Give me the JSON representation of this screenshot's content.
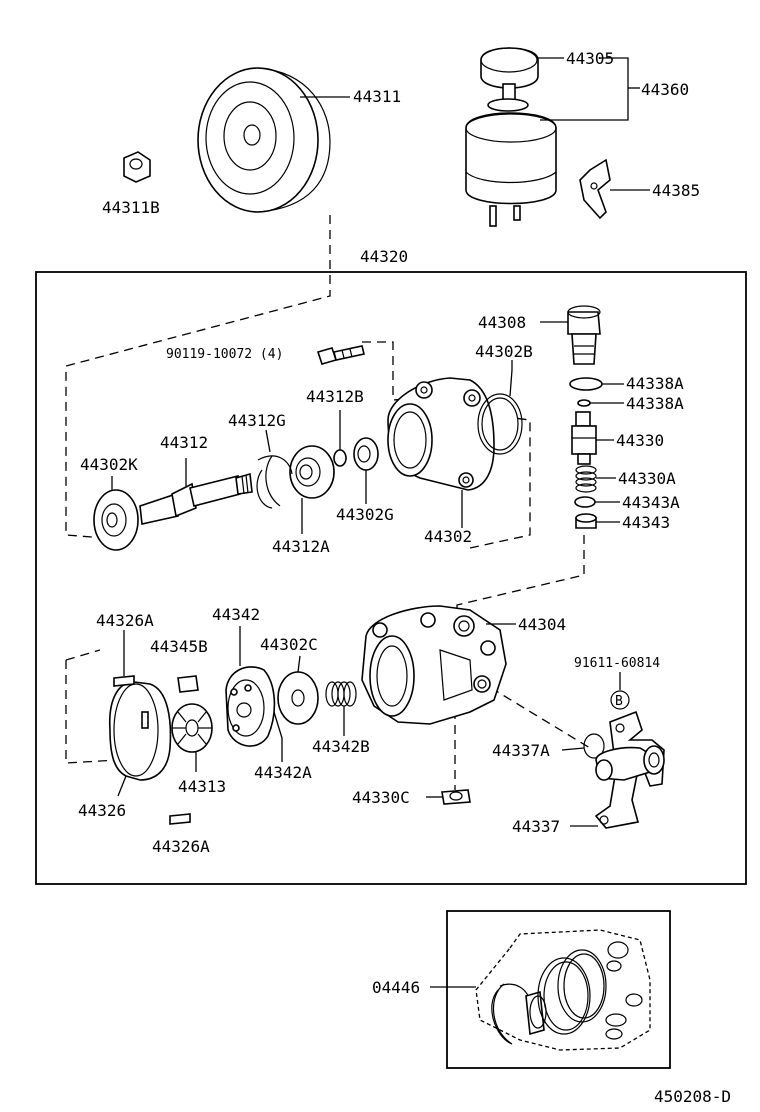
{
  "diagram": {
    "part_numbers": {
      "p44305": "44305",
      "p44360": "44360",
      "p44311": "44311",
      "p44311B": "44311B",
      "p44385": "44385",
      "p44320": "44320",
      "p44308": "44308",
      "p90119": "90119-10072 (4)",
      "p44302B": "44302B",
      "p44338A_1": "44338A",
      "p44338A_2": "44338A",
      "p44312B": "44312B",
      "p44312G": "44312G",
      "p44312": "44312",
      "p44302K": "44302K",
      "p44330": "44330",
      "p44330A": "44330A",
      "p44343A": "44343A",
      "p44343": "44343",
      "p44302G": "44302G",
      "p44312A": "44312A",
      "p44302": "44302",
      "p44304": "44304",
      "p44326A_top": "44326A",
      "p44342": "44342",
      "p44345B": "44345B",
      "p44302C": "44302C",
      "p91611": "91611-60814",
      "refB": "B",
      "p44337A": "44337A",
      "p44342B": "44342B",
      "p44342A": "44342A",
      "p44313": "44313",
      "p44326": "44326",
      "p44330C": "44330C",
      "p44337": "44337",
      "p44326A_bottom": "44326A",
      "p04446": "04446"
    },
    "figure_code": "450208-D"
  }
}
